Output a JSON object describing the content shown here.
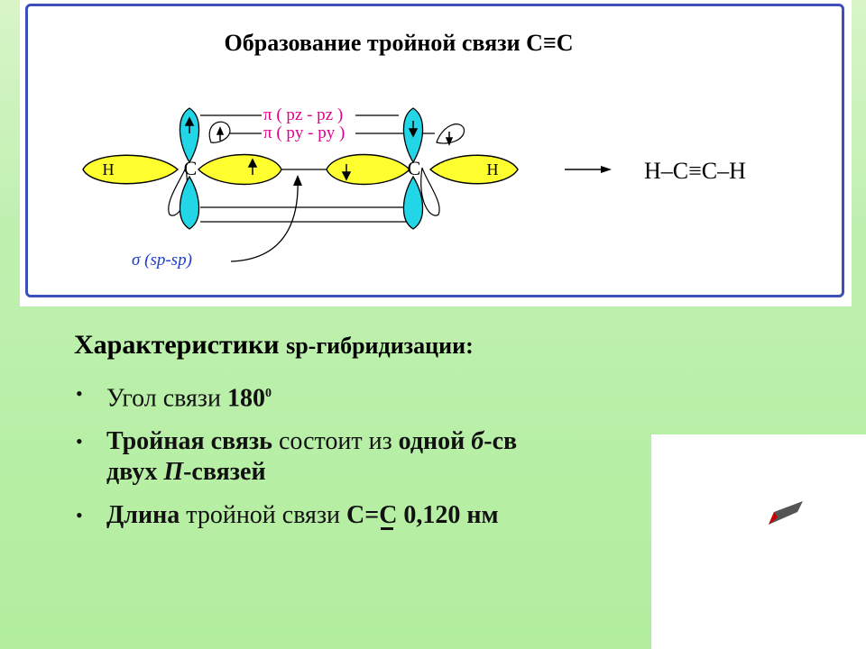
{
  "figure": {
    "title": "Образование тройной связи C≡C",
    "pi_z_label": "π ( pz - pz )",
    "pi_y_label": "π ( py - py )",
    "sigma_label": "σ (sp-sp)",
    "carbon_label": "C",
    "hydrogen_label": "H",
    "result_formula": "H–C≡C–H",
    "colors": {
      "frame": "#3d4fb8",
      "lobe_yellow": "#ffff30",
      "lobe_cyan": "#22d6e8",
      "pi_label": "#e0008a",
      "sigma_label": "#1a3ccc"
    }
  },
  "text": {
    "heading_main": "Характеристики",
    "heading_sp": "sp-гибридизации:",
    "bullet1_pre": "Угол связи ",
    "bullet1_val": "180",
    "bullet1_sup": "0",
    "bullet2_a": "Тройная связь",
    "bullet2_b": " состоит из ",
    "bullet2_c": "одной ",
    "bullet2_d": "б",
    "bullet2_e": "-св",
    "bullet2_line2_a": "двух ",
    "bullet2_line2_b": "П",
    "bullet2_line2_c": "-связей",
    "bullet3_a": "Длина",
    "bullet3_b": " тройной связи ",
    "bullet3_c": "С",
    "bullet3_eq": "=",
    "bullet3_d": "С",
    "bullet3_e": "  0,120 нм",
    "bullet_glyph": "•"
  },
  "icons": {
    "pencil": "pencil-icon"
  }
}
